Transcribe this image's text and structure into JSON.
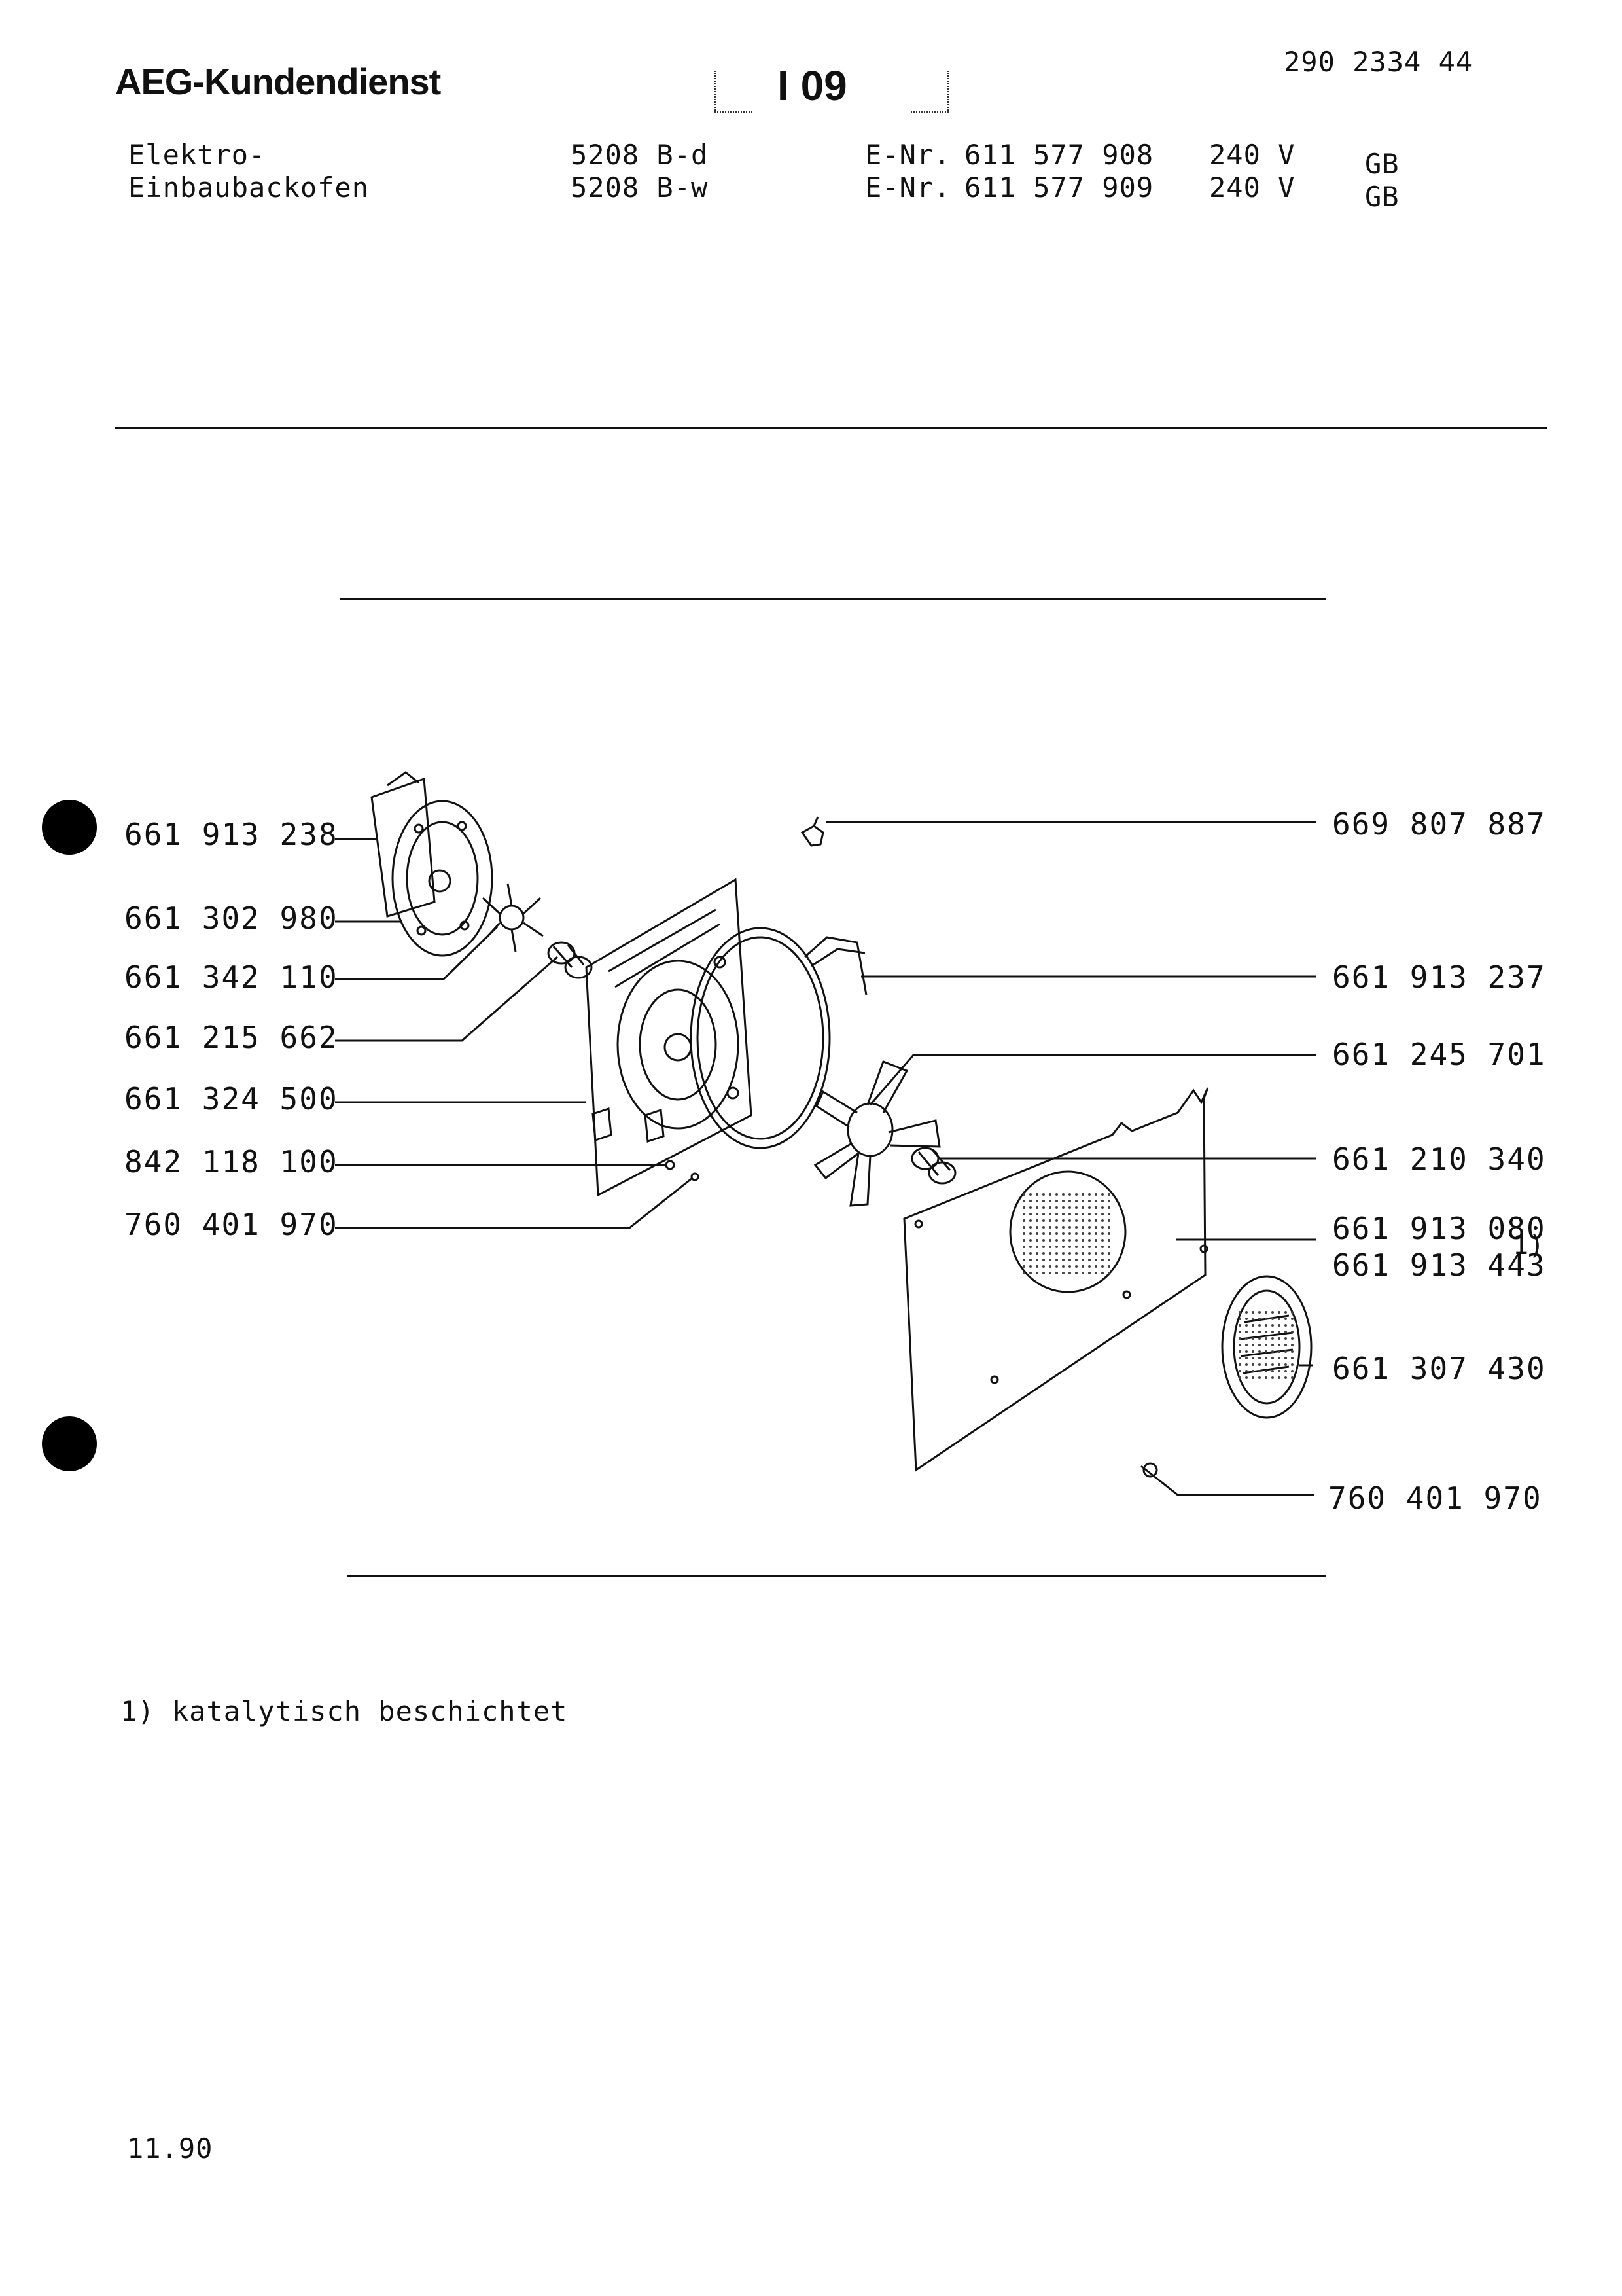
{
  "header": {
    "brand": "AEG-Kundendienst",
    "section_code": "I 09",
    "doc_number": "290 2334 44"
  },
  "models": {
    "appliance_line1": "Elektro-",
    "appliance_line2": "Einbaubackofen",
    "rows": [
      {
        "model": "5208 B-d",
        "enr_label": "E-Nr.",
        "enr": "611 577 908",
        "voltage": "240 V",
        "country": "GB"
      },
      {
        "model": "5208 B-w",
        "enr_label": "E-Nr.",
        "enr": "611 577 909",
        "voltage": "240 V",
        "country": "GB"
      }
    ]
  },
  "parts_left": [
    "661 913 238",
    "661 302 980",
    "661 342 110",
    "661 215 662",
    "661 324 500",
    "842 118 100",
    "760 401 970"
  ],
  "parts_right": [
    "669 807 887",
    "661 913 237",
    "661 245 701",
    "661 210 340",
    "661 913 080",
    "661 913 443",
    "661 307 430",
    "760 401 970"
  ],
  "footnote_marker": "1)",
  "footnote": "1) katalytisch beschichtet",
  "date": "11.90"
}
